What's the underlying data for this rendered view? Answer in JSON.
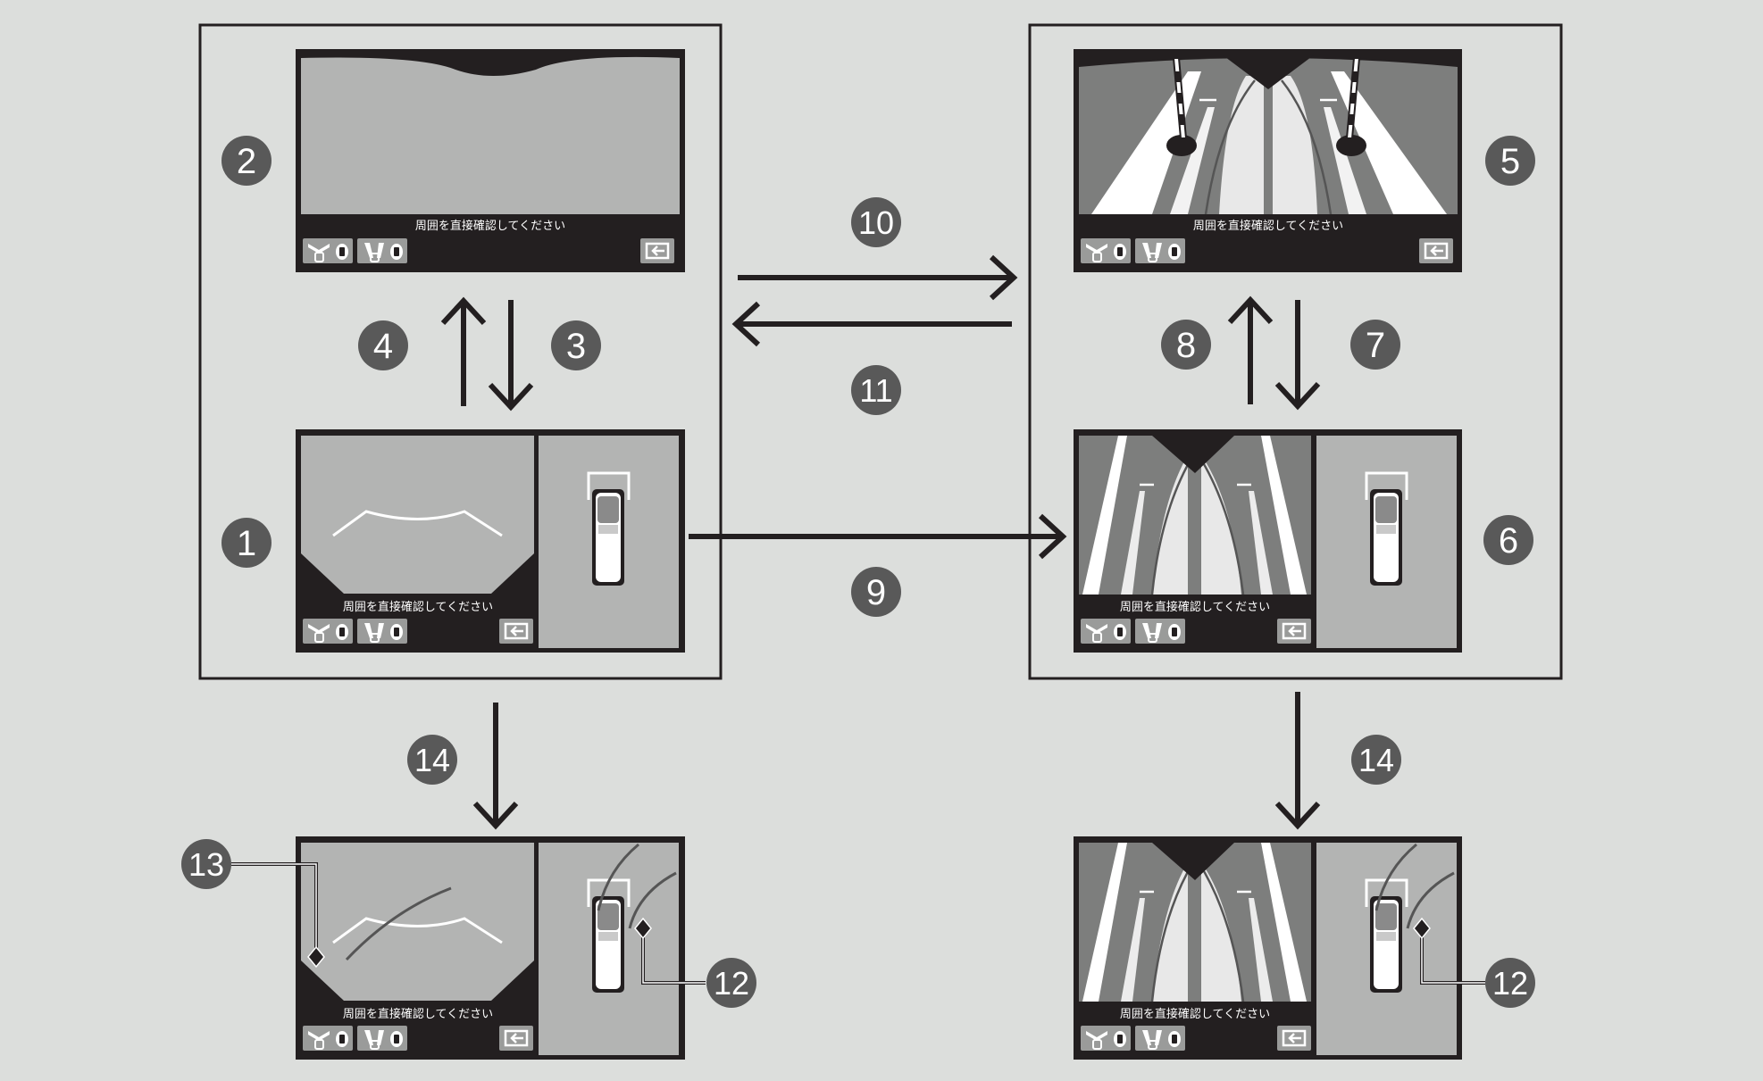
{
  "caption": "周囲を直接確認してください",
  "badges": [
    "1",
    "2",
    "3",
    "4",
    "5",
    "6",
    "7",
    "8",
    "9",
    "10",
    "11",
    "12",
    "13",
    "14"
  ],
  "colors": {
    "background": "#dcdedc",
    "frame": "#231f20",
    "screen_gray": "#b3b4b3",
    "road_gray": "#7d7e7d",
    "badge": "#595959",
    "line_white": "#ffffff"
  },
  "icons": [
    "sensor-icon",
    "sensor-warning-icon",
    "back-exit-icon",
    "car-top-icon",
    "guide-line-icon",
    "leader-pointer-icon"
  ]
}
